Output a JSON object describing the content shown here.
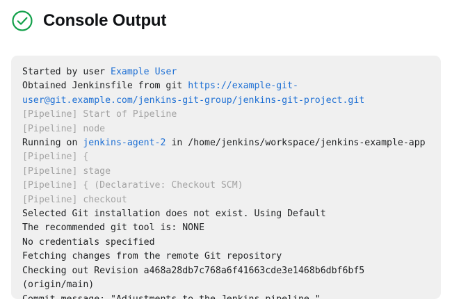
{
  "header": {
    "title": "Console Output",
    "status_icon": "check-circle-icon",
    "status_color": "#12a04a"
  },
  "theme": {
    "panel_background": "#f0f0f0",
    "page_background": "#ffffff",
    "text_color": "#1d1f21",
    "muted_text_color": "#a3a3a3",
    "link_color": "#1d6fd4"
  },
  "console": {
    "lines": [
      {
        "muted": false,
        "segments": [
          {
            "text": "Started by user ",
            "link": false
          },
          {
            "text": "Example User",
            "link": true
          }
        ]
      },
      {
        "muted": false,
        "segments": [
          {
            "text": "Obtained Jenkinsfile from git ",
            "link": false
          },
          {
            "text": "https://example-git-user@git.example.com/jenkins-git-group/jenkins-git-project.git",
            "link": true
          }
        ]
      },
      {
        "muted": true,
        "segments": [
          {
            "text": "[Pipeline] Start of Pipeline",
            "link": false
          }
        ]
      },
      {
        "muted": true,
        "segments": [
          {
            "text": "[Pipeline] node",
            "link": false
          }
        ]
      },
      {
        "muted": false,
        "segments": [
          {
            "text": "Running on ",
            "link": false
          },
          {
            "text": "jenkins-agent-2",
            "link": true
          },
          {
            "text": " in /home/jenkins/workspace/jenkins-example-app",
            "link": false
          }
        ]
      },
      {
        "muted": true,
        "segments": [
          {
            "text": "[Pipeline] {",
            "link": false
          }
        ]
      },
      {
        "muted": true,
        "segments": [
          {
            "text": "[Pipeline] stage",
            "link": false
          }
        ]
      },
      {
        "muted": true,
        "segments": [
          {
            "text": "[Pipeline] { (Declarative: Checkout SCM)",
            "link": false
          }
        ]
      },
      {
        "muted": true,
        "segments": [
          {
            "text": "[Pipeline] checkout",
            "link": false
          }
        ]
      },
      {
        "muted": false,
        "segments": [
          {
            "text": "Selected Git installation does not exist. Using Default",
            "link": false
          }
        ]
      },
      {
        "muted": false,
        "segments": [
          {
            "text": "The recommended git tool is: NONE",
            "link": false
          }
        ]
      },
      {
        "muted": false,
        "segments": [
          {
            "text": "No credentials specified",
            "link": false
          }
        ]
      },
      {
        "muted": false,
        "segments": [
          {
            "text": "Fetching changes from the remote Git repository",
            "link": false
          }
        ]
      },
      {
        "muted": false,
        "segments": [
          {
            "text": "Checking out Revision a468a28db7c768a6f41663cde3e1468b6dbf6bf5 (origin/main)",
            "link": false
          }
        ]
      },
      {
        "muted": false,
        "segments": [
          {
            "text": "Commit message: \"Adjustments to the Jenkins pipeline.\"",
            "link": false
          }
        ]
      }
    ]
  }
}
